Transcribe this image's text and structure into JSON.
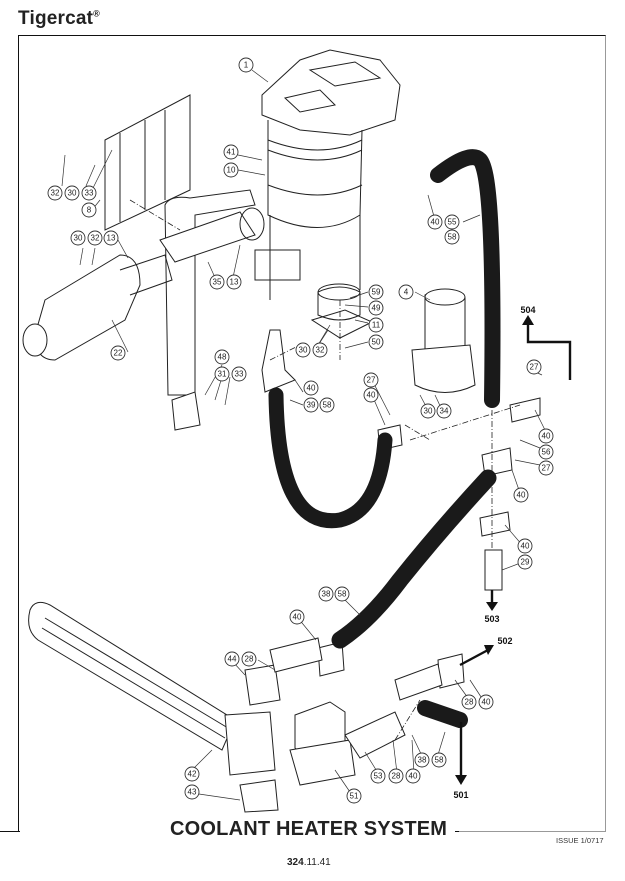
{
  "header": {
    "brand": "Tigercat",
    "brand_mark": "®"
  },
  "footer": {
    "title": "COOLANT HEATER SYSTEM",
    "issue": "ISSUE 1/0717",
    "page_number_bold": "324",
    "page_number_rest": ".11.41"
  },
  "callouts": [
    {
      "label": "1"
    },
    {
      "label": "41"
    },
    {
      "label": "10"
    },
    {
      "label": "32"
    },
    {
      "label": "30"
    },
    {
      "label": "33"
    },
    {
      "label": "8"
    },
    {
      "label": "30"
    },
    {
      "label": "32"
    },
    {
      "label": "13"
    },
    {
      "label": "35"
    },
    {
      "label": "13"
    },
    {
      "label": "22"
    },
    {
      "label": "40"
    },
    {
      "label": "55"
    },
    {
      "label": "58"
    },
    {
      "label": "4"
    },
    {
      "label": "59"
    },
    {
      "label": "49"
    },
    {
      "label": "11"
    },
    {
      "label": "50"
    },
    {
      "label": "30"
    },
    {
      "label": "32"
    },
    {
      "label": "48"
    },
    {
      "label": "31"
    },
    {
      "label": "33"
    },
    {
      "label": "40"
    },
    {
      "label": "39"
    },
    {
      "label": "58"
    },
    {
      "label": "27"
    },
    {
      "label": "40"
    },
    {
      "label": "30"
    },
    {
      "label": "34"
    },
    {
      "label": "27"
    },
    {
      "label": "40"
    },
    {
      "label": "56"
    },
    {
      "label": "27"
    },
    {
      "label": "40"
    },
    {
      "label": "40"
    },
    {
      "label": "29"
    },
    {
      "label": "38"
    },
    {
      "label": "58"
    },
    {
      "label": "40"
    },
    {
      "label": "44"
    },
    {
      "label": "28"
    },
    {
      "label": "28"
    },
    {
      "label": "40"
    },
    {
      "label": "42"
    },
    {
      "label": "43"
    },
    {
      "label": "51"
    },
    {
      "label": "53"
    },
    {
      "label": "28"
    },
    {
      "label": "40"
    },
    {
      "label": "38"
    },
    {
      "label": "58"
    }
  ],
  "references": [
    {
      "label": "504"
    },
    {
      "label": "503"
    },
    {
      "label": "502"
    },
    {
      "label": "501"
    }
  ]
}
